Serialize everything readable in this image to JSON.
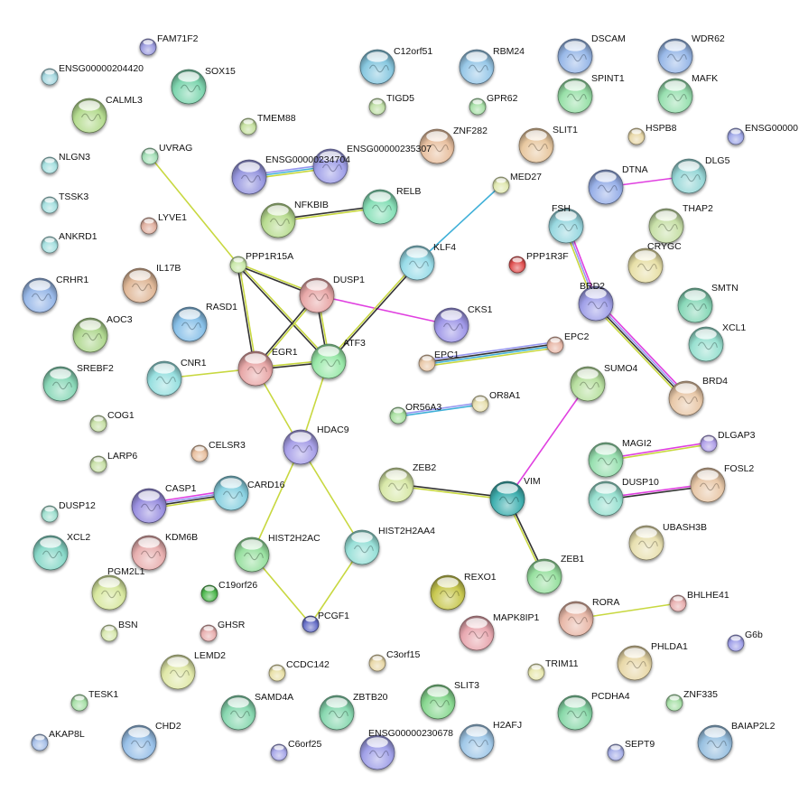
{
  "network": {
    "nodes": [
      {
        "id": "FAM71F2",
        "label": "FAM71F2",
        "color": "#9d9de0"
      },
      {
        "id": "ENSG00000204420",
        "label": "ENSG00000204420",
        "color": "#a6d8e0"
      },
      {
        "id": "SOX15",
        "label": "SOX15",
        "color": "#7fd6b0"
      },
      {
        "id": "CALML3",
        "label": "CALML3",
        "color": "#b5dc90"
      },
      {
        "id": "TMEM88",
        "label": "TMEM88",
        "color": "#c5e0a0"
      },
      {
        "id": "UVRAG",
        "label": "UVRAG",
        "color": "#a5e0b8"
      },
      {
        "id": "NLGN3",
        "label": "NLGN3",
        "color": "#a6e0e0"
      },
      {
        "id": "TSSK3",
        "label": "TSSK3",
        "color": "#a6e0e0"
      },
      {
        "id": "LYVE1",
        "label": "LYVE1",
        "color": "#e0b0a0"
      },
      {
        "id": "ANKRD1",
        "label": "ANKRD1",
        "color": "#a6e0e0"
      },
      {
        "id": "IL17B",
        "label": "IL17B",
        "color": "#e0b898"
      },
      {
        "id": "CRHR1",
        "label": "CRHR1",
        "color": "#98b8e8"
      },
      {
        "id": "AOC3",
        "label": "AOC3",
        "color": "#b0d890"
      },
      {
        "id": "RASD1",
        "label": "RASD1",
        "color": "#88c0e8"
      },
      {
        "id": "SREBF2",
        "label": "SREBF2",
        "color": "#8ad8b8"
      },
      {
        "id": "CNR1",
        "label": "CNR1",
        "color": "#98e0e0"
      },
      {
        "id": "COG1",
        "label": "COG1",
        "color": "#c8e0a8"
      },
      {
        "id": "LARP6",
        "label": "LARP6",
        "color": "#c8e0a8"
      },
      {
        "id": "CELSR3",
        "label": "CELSR3",
        "color": "#e8c0a0"
      },
      {
        "id": "CASP1",
        "label": "CASP1",
        "color": "#9a90e0"
      },
      {
        "id": "CARD16",
        "label": "CARD16",
        "color": "#88d0e0"
      },
      {
        "id": "DUSP12",
        "label": "DUSP12",
        "color": "#a0e0d0"
      },
      {
        "id": "XCL2",
        "label": "XCL2",
        "color": "#88d8c8"
      },
      {
        "id": "KDM6B",
        "label": "KDM6B",
        "color": "#e8b0b0"
      },
      {
        "id": "PGM2L1",
        "label": "PGM2L1",
        "color": "#d8e8a0"
      },
      {
        "id": "BSN",
        "label": "BSN",
        "color": "#d8e8b0"
      },
      {
        "id": "C19orf26",
        "label": "C19orf26",
        "color": "#50b850"
      },
      {
        "id": "GHSR",
        "label": "GHSR",
        "color": "#e8b0b0"
      },
      {
        "id": "LEMD2",
        "label": "LEMD2",
        "color": "#e0e8a8"
      },
      {
        "id": "TESK1",
        "label": "TESK1",
        "color": "#a8e0a8"
      },
      {
        "id": "AKAP8L",
        "label": "AKAP8L",
        "color": "#a8c0e8"
      },
      {
        "id": "CHD2",
        "label": "CHD2",
        "color": "#98c0e8"
      },
      {
        "id": "SAMD4A",
        "label": "SAMD4A",
        "color": "#88d8b0"
      },
      {
        "id": "CCDC142",
        "label": "CCDC142",
        "color": "#e8e0a8"
      },
      {
        "id": "C6orf25",
        "label": "C6orf25",
        "color": "#a8a8e8"
      },
      {
        "id": "ZBTB20",
        "label": "ZBTB20",
        "color": "#88d8b0"
      },
      {
        "id": "ENSG00000230678",
        "label": "ENSG00000230678",
        "color": "#a0a0e8"
      },
      {
        "id": "C3orf15",
        "label": "C3orf15",
        "color": "#e8d8a8"
      },
      {
        "id": "C12orf51",
        "label": "C12orf51",
        "color": "#88c8e0"
      },
      {
        "id": "RBM24",
        "label": "RBM24",
        "color": "#98c8e8"
      },
      {
        "id": "TIGD5",
        "label": "TIGD5",
        "color": "#c0e0a8"
      },
      {
        "id": "GPR62",
        "label": "GPR62",
        "color": "#a8e0a8"
      },
      {
        "id": "ZNF282",
        "label": "ZNF282",
        "color": "#e8c0a0"
      },
      {
        "id": "ENSG00000235307",
        "label": "ENSG00000235307",
        "color": "#a0a0e8"
      },
      {
        "id": "ENSG00000234704",
        "label": "ENSG00000234704",
        "color": "#9898e0"
      },
      {
        "id": "NFKBIB",
        "label": "NFKBIB",
        "color": "#b8dc90"
      },
      {
        "id": "RELB",
        "label": "RELB",
        "color": "#88e0b8"
      },
      {
        "id": "MED27",
        "label": "MED27",
        "color": "#e0e8b0"
      },
      {
        "id": "KLF4",
        "label": "KLF4",
        "color": "#98dce8"
      },
      {
        "id": "PPP1R15A",
        "label": "PPP1R15A",
        "color": "#c8e8a8"
      },
      {
        "id": "DUSP1",
        "label": "DUSP1",
        "color": "#e8a8a8"
      },
      {
        "id": "EGR1",
        "label": "EGR1",
        "color": "#e8a8a8"
      },
      {
        "id": "ATF3",
        "label": "ATF3",
        "color": "#98e8a8"
      },
      {
        "id": "CKS1",
        "label": "CKS1",
        "color": "#a098e8"
      },
      {
        "id": "EPC1",
        "label": "EPC1",
        "color": "#e8c8a8"
      },
      {
        "id": "EPC2",
        "label": "EPC2",
        "color": "#e8b8a8"
      },
      {
        "id": "OR56A3",
        "label": "OR56A3",
        "color": "#a8e0a0"
      },
      {
        "id": "OR8A1",
        "label": "OR8A1",
        "color": "#e8e0b0"
      },
      {
        "id": "HDAC9",
        "label": "HDAC9",
        "color": "#a8a0e8"
      },
      {
        "id": "HIST2H2AC",
        "label": "HIST2H2AC",
        "color": "#98e0a0"
      },
      {
        "id": "HIST2H2AA4",
        "label": "HIST2H2AA4",
        "color": "#98e0d8"
      },
      {
        "id": "PCGF1",
        "label": "PCGF1",
        "color": "#6870c8"
      },
      {
        "id": "ZEB2",
        "label": "ZEB2",
        "color": "#d8e8a8"
      },
      {
        "id": "VIM",
        "label": "VIM",
        "color": "#40b0b0"
      },
      {
        "id": "ZEB1",
        "label": "ZEB1",
        "color": "#98e0a0"
      },
      {
        "id": "REXO1",
        "label": "REXO1",
        "color": "#c8c850"
      },
      {
        "id": "MAPK8IP1",
        "label": "MAPK8IP1",
        "color": "#e8a8b0"
      },
      {
        "id": "SLIT3",
        "label": "SLIT3",
        "color": "#88d890"
      },
      {
        "id": "H2AFJ",
        "label": "H2AFJ",
        "color": "#a0c8e8"
      },
      {
        "id": "TRIM11",
        "label": "TRIM11",
        "color": "#e8e8b0"
      },
      {
        "id": "PPP1R3F",
        "label": "PPP1R3F",
        "color": "#e05050"
      },
      {
        "id": "SLIT1",
        "label": "SLIT1",
        "color": "#e8c8a0"
      },
      {
        "id": "DSCAM",
        "label": "DSCAM",
        "color": "#98b8e8"
      },
      {
        "id": "SPINT1",
        "label": "SPINT1",
        "color": "#98e0a8"
      },
      {
        "id": "WDR62",
        "label": "WDR62",
        "color": "#98b8e8"
      },
      {
        "id": "MAFK",
        "label": "MAFK",
        "color": "#98e0b0"
      },
      {
        "id": "HSPB8",
        "label": "HSPB8",
        "color": "#e8d8a8"
      },
      {
        "id": "ENSG00000",
        "label": "ENSG00000",
        "color": "#a0a8e8"
      },
      {
        "id": "DTNA",
        "label": "DTNA",
        "color": "#98b0e8"
      },
      {
        "id": "DLG5",
        "label": "DLG5",
        "color": "#98d8d8"
      },
      {
        "id": "FSH",
        "label": "FSH",
        "color": "#98d8e0"
      },
      {
        "id": "THAP2",
        "label": "THAP2",
        "color": "#c8e0a8"
      },
      {
        "id": "CRYGC",
        "label": "CRYGC",
        "color": "#e8e0a8"
      },
      {
        "id": "BRD2",
        "label": "BRD2",
        "color": "#a0a0e8"
      },
      {
        "id": "SMTN",
        "label": "SMTN",
        "color": "#88d8b8"
      },
      {
        "id": "XCL1",
        "label": "XCL1",
        "color": "#98e0d0"
      },
      {
        "id": "BRD4",
        "label": "BRD4",
        "color": "#e8c8a8"
      },
      {
        "id": "SUMO4",
        "label": "SUMO4",
        "color": "#b8e0a0"
      },
      {
        "id": "MAGI2",
        "label": "MAGI2",
        "color": "#98e0b0"
      },
      {
        "id": "DLGAP3",
        "label": "DLGAP3",
        "color": "#b0a0e8"
      },
      {
        "id": "DUSP10",
        "label": "DUSP10",
        "color": "#98e0d0"
      },
      {
        "id": "FOSL2",
        "label": "FOSL2",
        "color": "#e8c8a8"
      },
      {
        "id": "UBASH3B",
        "label": "UBASH3B",
        "color": "#e8e0b0"
      },
      {
        "id": "RORA",
        "label": "RORA",
        "color": "#e8b8a8"
      },
      {
        "id": "BHLHE41",
        "label": "BHLHE41",
        "color": "#e8b0b0"
      },
      {
        "id": "G6b",
        "label": "G6b",
        "color": "#a0a0e8"
      },
      {
        "id": "PHLDA1",
        "label": "PHLDA1",
        "color": "#e8d8a8"
      },
      {
        "id": "ZNF335",
        "label": "ZNF335",
        "color": "#a8e0a8"
      },
      {
        "id": "PCDHA4",
        "label": "PCDHA4",
        "color": "#88d8a8"
      },
      {
        "id": "SEPT9",
        "label": "SEPT9",
        "color": "#a8b0e8"
      },
      {
        "id": "BAIAP2L2",
        "label": "BAIAP2L2",
        "color": "#98c0e0"
      }
    ],
    "edges": [
      {
        "a": "UVRAG",
        "b": "PPP1R15A",
        "colors": [
          "#c8d840"
        ]
      },
      {
        "a": "PPP1R15A",
        "b": "DUSP1",
        "colors": [
          "#c8d840",
          "#333333"
        ]
      },
      {
        "a": "PPP1R15A",
        "b": "EGR1",
        "colors": [
          "#c8d840",
          "#333333"
        ]
      },
      {
        "a": "PPP1R15A",
        "b": "ATF3",
        "colors": [
          "#c8d840",
          "#333333"
        ]
      },
      {
        "a": "DUSP1",
        "b": "EGR1",
        "colors": [
          "#c8d840",
          "#333333"
        ]
      },
      {
        "a": "DUSP1",
        "b": "ATF3",
        "colors": [
          "#c8d840",
          "#333333"
        ]
      },
      {
        "a": "DUSP1",
        "b": "CKS1",
        "colors": [
          "#e040e0"
        ]
      },
      {
        "a": "EGR1",
        "b": "ATF3",
        "colors": [
          "#c8d840",
          "#333333"
        ]
      },
      {
        "a": "CNR1",
        "b": "EGR1",
        "colors": [
          "#c8d840"
        ]
      },
      {
        "a": "EGR1",
        "b": "HDAC9",
        "colors": [
          "#c8d840"
        ]
      },
      {
        "a": "ATF3",
        "b": "HDAC9",
        "colors": [
          "#c8d840"
        ]
      },
      {
        "a": "ATF3",
        "b": "KLF4",
        "colors": [
          "#c8d840",
          "#333333"
        ]
      },
      {
        "a": "KLF4",
        "b": "MED27",
        "colors": [
          "#40b0d8"
        ]
      },
      {
        "a": "HDAC9",
        "b": "HIST2H2AC",
        "colors": [
          "#c8d840"
        ]
      },
      {
        "a": "HDAC9",
        "b": "HIST2H2AA4",
        "colors": [
          "#c8d840"
        ]
      },
      {
        "a": "HIST2H2AC",
        "b": "PCGF1",
        "colors": [
          "#c8d840"
        ]
      },
      {
        "a": "HIST2H2AA4",
        "b": "PCGF1",
        "colors": [
          "#c8d840"
        ]
      },
      {
        "a": "CASP1",
        "b": "CARD16",
        "colors": [
          "#e040e0",
          "#9898f0",
          "#333333",
          "#c8d840"
        ]
      },
      {
        "a": "ENSG00000234704",
        "b": "ENSG00000235307",
        "colors": [
          "#9898f0",
          "#40b0d8",
          "#c8d840"
        ]
      },
      {
        "a": "NFKBIB",
        "b": "RELB",
        "colors": [
          "#333333",
          "#c8d840"
        ]
      },
      {
        "a": "EPC1",
        "b": "EPC2",
        "colors": [
          "#9898f0",
          "#333333",
          "#40b0d8",
          "#c8d840"
        ]
      },
      {
        "a": "OR56A3",
        "b": "OR8A1",
        "colors": [
          "#9898f0",
          "#40b0d8"
        ]
      },
      {
        "a": "ZEB2",
        "b": "VIM",
        "colors": [
          "#333333",
          "#c8d840"
        ]
      },
      {
        "a": "VIM",
        "b": "ZEB1",
        "colors": [
          "#333333",
          "#c8d840"
        ]
      },
      {
        "a": "VIM",
        "b": "SUMO4",
        "colors": [
          "#e040e0"
        ]
      },
      {
        "a": "DTNA",
        "b": "DLG5",
        "colors": [
          "#e040e0"
        ]
      },
      {
        "a": "FSH",
        "b": "BRD2",
        "colors": [
          "#e040e0",
          "#9898f0",
          "#c8d840"
        ]
      },
      {
        "a": "BRD2",
        "b": "BRD4",
        "colors": [
          "#e040e0",
          "#9898f0",
          "#333333",
          "#c8d840"
        ]
      },
      {
        "a": "MAGI2",
        "b": "DLGAP3",
        "colors": [
          "#e040e0",
          "#c8d840"
        ]
      },
      {
        "a": "DUSP10",
        "b": "FOSL2",
        "colors": [
          "#e040e0",
          "#333333"
        ]
      },
      {
        "a": "RORA",
        "b": "BHLHE41",
        "colors": [
          "#c8d840"
        ]
      }
    ]
  }
}
